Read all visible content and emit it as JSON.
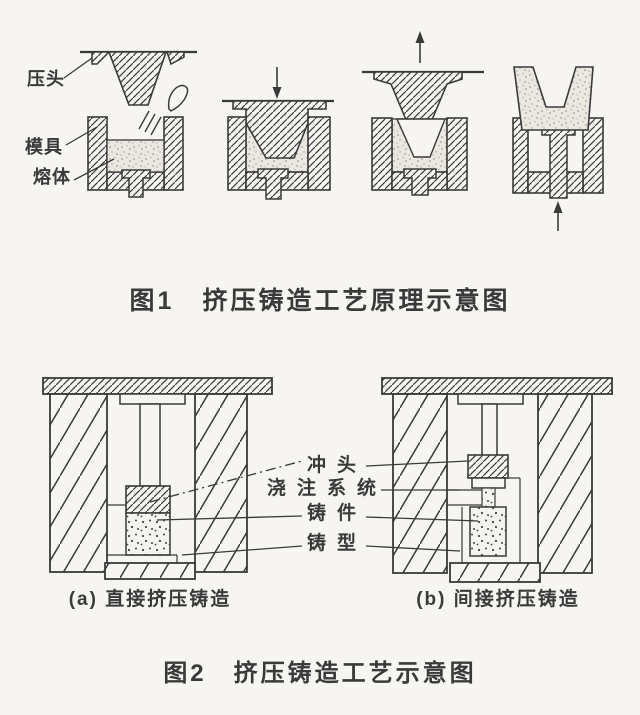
{
  "colors": {
    "background": "#f6f5f1",
    "line": "#3a3a3a",
    "melt_fill": "#eae8e1",
    "casting_fill": "#f4f3ee"
  },
  "figure1": {
    "caption": "图1　挤压铸造工艺原理示意图",
    "labels": {
      "press_head": "压头",
      "mold": "模具",
      "melt": "熔体"
    }
  },
  "figure2": {
    "caption": "图2　挤压铸造工艺示意图",
    "labels": {
      "punch": "冲头",
      "gating_system": "浇注系统",
      "casting": "铸件",
      "casting_mold": "铸型"
    },
    "sub_captions": {
      "a": "(a) 直接挤压铸造",
      "b": "(b) 间接挤压铸造"
    }
  }
}
